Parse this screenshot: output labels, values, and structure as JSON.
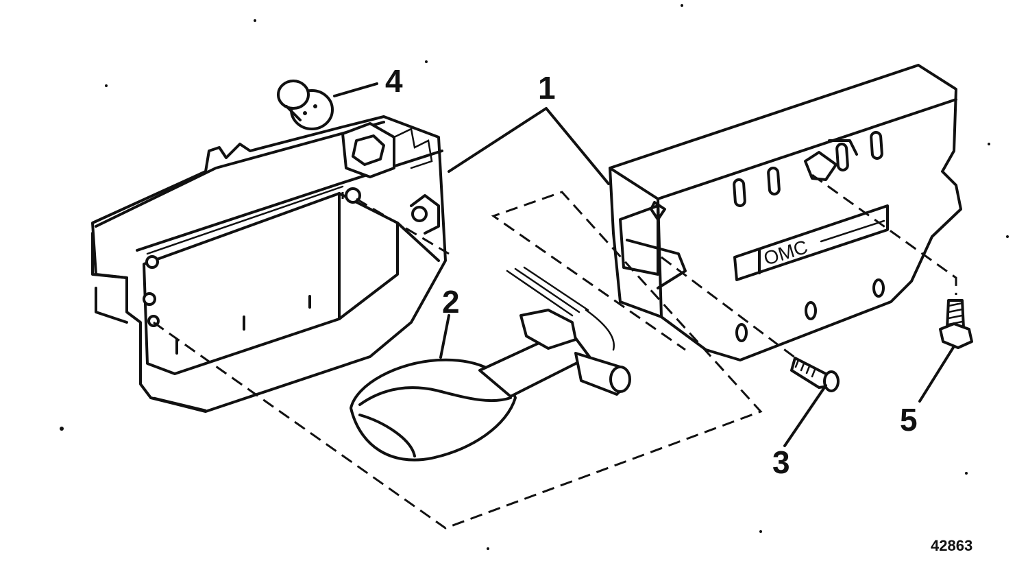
{
  "callouts": {
    "c1": "1",
    "c2": "2",
    "c3": "3",
    "c4": "4",
    "c5": "5"
  },
  "figure_number": "42863",
  "brand_label": "OMC",
  "colors": {
    "ink": "#111111",
    "paper": "#ffffff"
  }
}
